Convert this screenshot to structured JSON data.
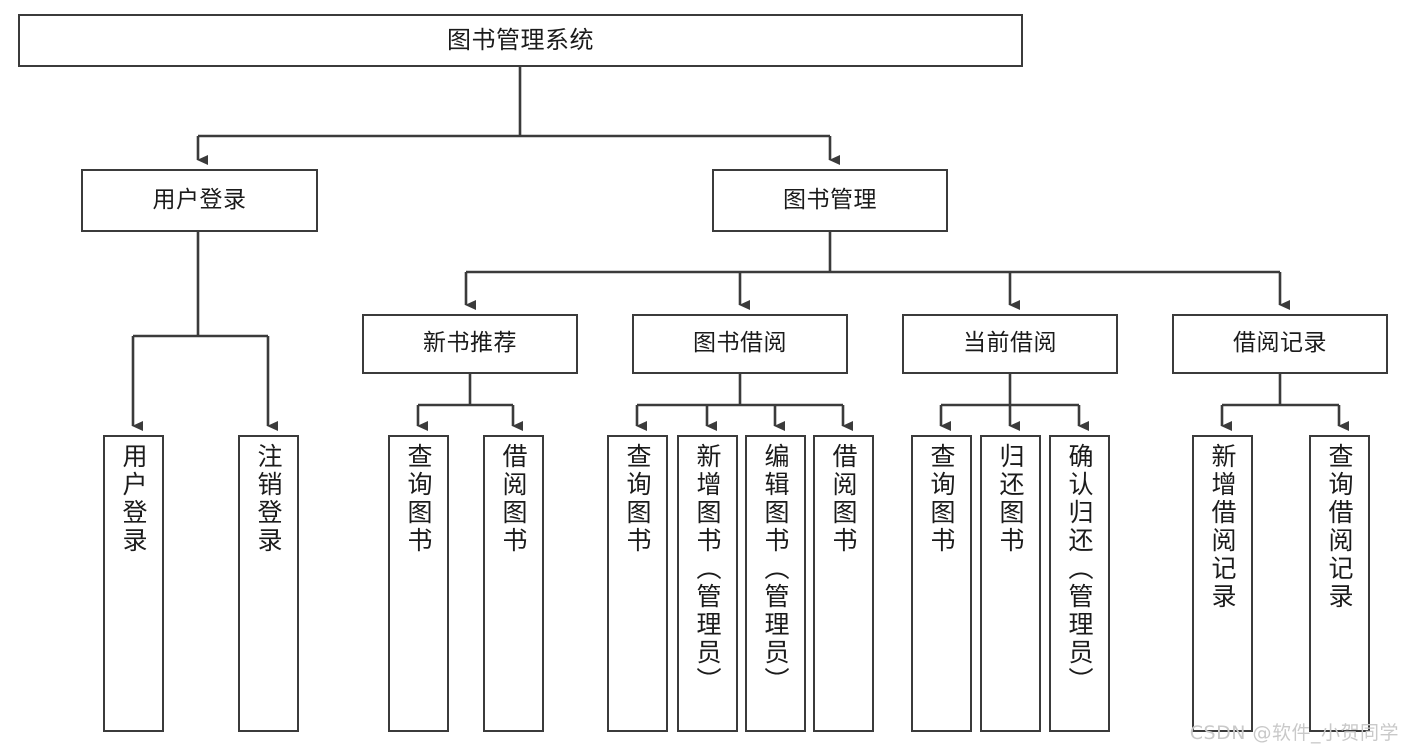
{
  "diagram": {
    "title": "图书管理系统",
    "type": "tree",
    "root": {
      "label": "图书管理系统"
    },
    "level2": [
      {
        "label": "用户登录"
      },
      {
        "label": "图书管理"
      }
    ],
    "level3": [
      {
        "label": "新书推荐"
      },
      {
        "label": "图书借阅"
      },
      {
        "label": "当前借阅"
      },
      {
        "label": "借阅记录"
      }
    ],
    "leaves": {
      "user_login": [
        {
          "label": "用户登录"
        },
        {
          "label": "注销登录"
        }
      ],
      "new_book_recommend": [
        {
          "label": "查询图书"
        },
        {
          "label": "借阅图书"
        }
      ],
      "book_borrow": [
        {
          "label": "查询图书"
        },
        {
          "label": "新增图书（管理员）"
        },
        {
          "label": "编辑图书（管理员）"
        },
        {
          "label": "借阅图书"
        }
      ],
      "current_borrow": [
        {
          "label": "查询图书"
        },
        {
          "label": "归还图书"
        },
        {
          "label": "确认归还（管理员）"
        }
      ],
      "borrow_record": [
        {
          "label": "新增借阅记录"
        },
        {
          "label": "查询借阅记录"
        }
      ]
    }
  },
  "watermark": {
    "text": "CSDN @软件_小贺同学"
  },
  "colors": {
    "stroke": "#3b3b3b",
    "background": "#ffffff",
    "text": "#1b1b1b",
    "watermark": "#c9c9c9"
  }
}
